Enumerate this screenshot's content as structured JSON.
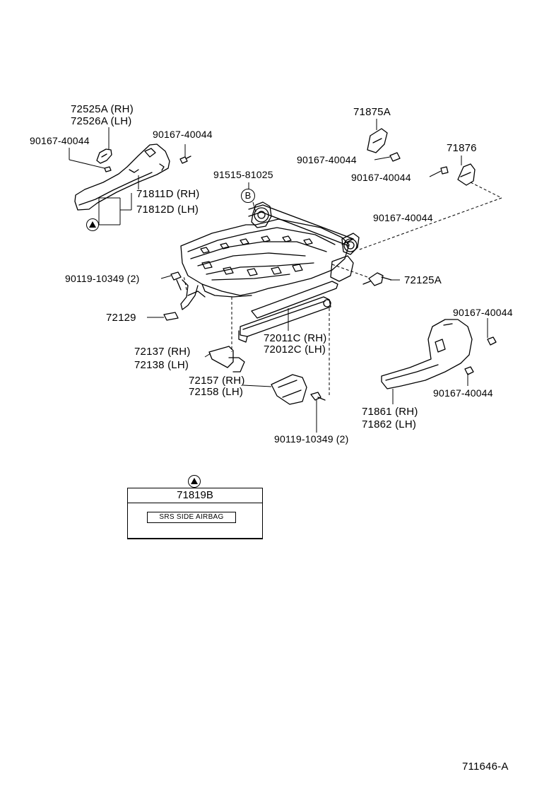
{
  "labels": {
    "p72525a": "72525A (RH)",
    "p72526a": "72526A (LH)",
    "b90167_a": "90167-40044",
    "b90167_b": "90167-40044",
    "p71811d": "71811D (RH)",
    "p71812d": "71812D (LH)",
    "p91515": "91515-81025",
    "p71875a": "71875A",
    "b90167_c": "90167-40044",
    "p71876": "71876",
    "b90167_d": "90167-40044",
    "b90167_e": "90167-40044",
    "b90119_a": "90119-10349 (2)",
    "p72125a": "72125A",
    "p72129": "72129",
    "p72011c": "72011C (RH)",
    "p72012c": "72012C (LH)",
    "p72137": "72137 (RH)",
    "p72138": "72138 (LH)",
    "p72157": "72157 (RH)",
    "p72158": "72158 (LH)",
    "b90167_f": "90167-40044",
    "b90167_g": "90167-40044",
    "p71861": "71861 (RH)",
    "p71862": "71862 (LH)",
    "b90119_b": "90119-10349 (2)",
    "ref_b": "B"
  },
  "label_box": {
    "part": "71819B",
    "text": "SRS  SIDE  AIRBAG"
  },
  "diagram_code": "711646-A"
}
